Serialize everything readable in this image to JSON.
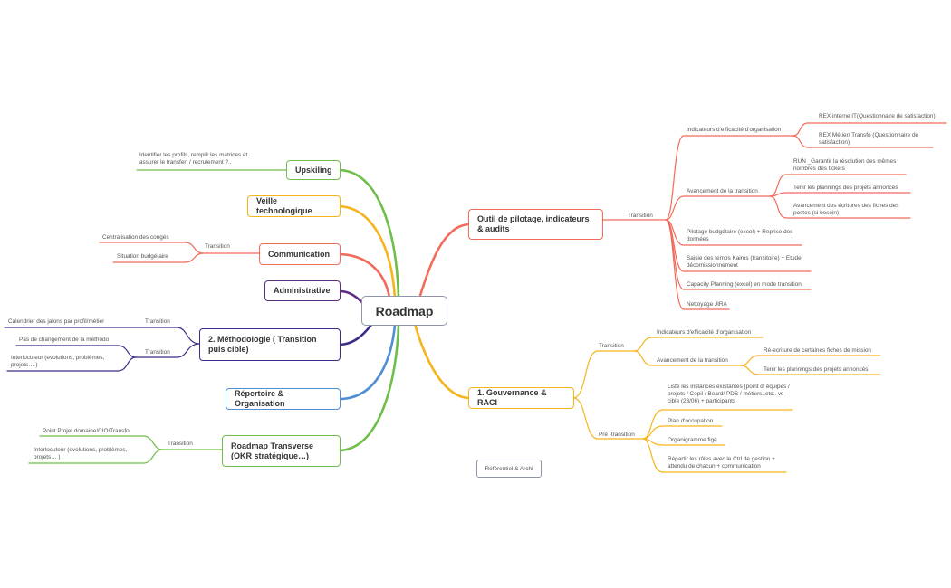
{
  "diagram": {
    "central_topic": "Roadmap",
    "floating_topic": "Référentiel & Archi",
    "colors": {
      "red": "#f26a5a",
      "orange": "#f6b41c",
      "green": "#6fbe4a",
      "purple": "#5c2d82",
      "dark_purple": "#3e2b87",
      "blue": "#4f8fd6"
    },
    "right": {
      "outil": {
        "title": "Outil de pilotage, indicateurs & audits",
        "transition": "Transition",
        "indicateurs": "Indicateurs d'efficacité d'organisation",
        "rex_it": "REX interne IT(Questionnaire de satisfaction)",
        "rex_metier": "REX Métier/ Transfo (Questionnaire de satisfaction)",
        "avancement": "Avancement de la transition",
        "run": "RUN _Garantir la résolution des mêmes nombres des tickets",
        "plannings": "Tenir les plannings des projets annoncés",
        "ecritures": "Avancement des écritures des fiches des postes (si besoin)",
        "pilotage": "Pilotage budgétaire (excel) + Reprise des données",
        "kairos": "Saisie des temps Kairos (transitoire) + Etude décomissionnement",
        "capacity": "Capacity Planning (excel) en mode transition",
        "jira": "Nettoyage JIRA"
      },
      "gouvernance": {
        "title": "1. Gouvernance & RACI",
        "transition": "Transition",
        "indicateurs": "Indicateurs d'efficacité d'organisation",
        "avancement": "Avancement de la transition",
        "reecriture": "Ré-ecriture de certaines fiches de mission",
        "plannings": "Tenir les plannings des projets annoncés",
        "pre": "Pré -transition",
        "instances": "Liste les instances existantes (point d' équipes / projets / Copil / Board/ PDS / métiers..etc.. vs cible (23/06) + participants",
        "occupation": "Plan d'occupation",
        "organigramme": "Organigramme figé",
        "roles": "Répartir les rôles avec le Ctrl de gestion + attendu de chacun + communication"
      }
    },
    "left": {
      "upskiling": {
        "title": "Upskiling",
        "detail": "Identifier les profils, remplir les matrices et assurer le transfert / recrutement ?.."
      },
      "veille": {
        "title": "Veille technologique"
      },
      "communication": {
        "title": "Communication",
        "transition": "Transition",
        "conges": "Centralisation des congés",
        "budget": "Situation budgétaire"
      },
      "administrative": {
        "title": "Administrative"
      },
      "methodologie": {
        "title": "2. Méthodologie ( Transition puis cible)",
        "transition1": "Transition",
        "calendrier": "Calendrier des jalons par profil/métier",
        "transition2": "Transition",
        "pas": "Pas de changement de la méthodo",
        "interlocuteur": "Interlocuteur (evolutions, problèmes, projets… )"
      },
      "repertoire": {
        "title": "Répertoire & Organisation"
      },
      "roadmap_transverse": {
        "title": "Roadmap Transverse (OKR stratégique…)",
        "transition": "Transition",
        "point": "Point Projet domaine/CIO/Transfo",
        "interlocuteur": "Interlocuteur (evolutions, problèmes, projets… )"
      }
    }
  }
}
